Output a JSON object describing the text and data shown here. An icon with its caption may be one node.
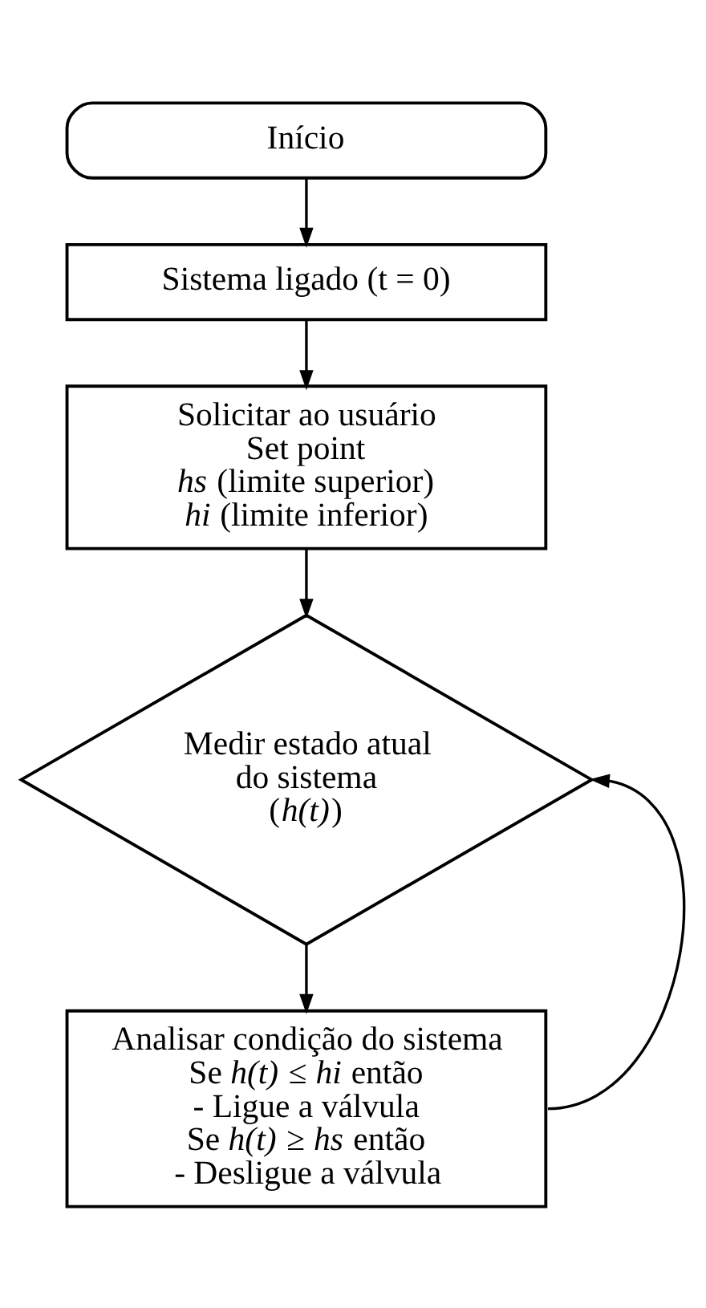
{
  "diagram": {
    "nodes": [
      {
        "text": [
          "Início"
        ]
      },
      {
        "text": [
          "Sistema ligado (t = 0)"
        ]
      },
      {
        "text": [
          "Solicitar ao usuário",
          "Set point",
          "*hs* (limite superior)",
          "*hi* (limite inferior)"
        ]
      },
      {
        "text": [
          "Medir estado atual do sistema (*h(t)*)"
        ]
      },
      {
        "text": [
          "Analisar condição do sistema",
          "Se *h(t)* ≤ *hi* então",
          "- Ligue a válvula",
          "Se *h(t)* ≥ *hs* então",
          "- Desligue a válvula"
        ]
      }
    ],
    "edges": [
      {
        "from": 0,
        "to": 1,
        "arrow": "to"
      },
      {
        "from": 1,
        "to": 2,
        "arrow": "to"
      },
      {
        "from": 2,
        "to": 3,
        "arrow": "to"
      },
      {
        "from": 3,
        "to": 4,
        "arrow": "to"
      },
      {
        "from": 4,
        "to": 3,
        "arrow": "to"
      }
    ]
  }
}
